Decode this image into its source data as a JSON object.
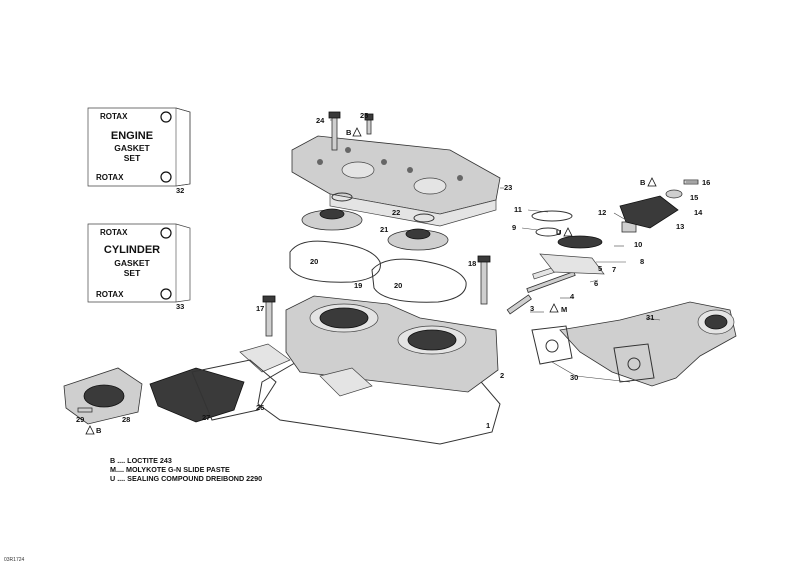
{
  "figure_code": "03R1724",
  "kits": [
    {
      "brand": "ROTAX",
      "title": "ENGINE",
      "sub1": "GASKET",
      "sub2": "SET",
      "number": "32"
    },
    {
      "brand": "ROTAX",
      "title": "CYLINDER",
      "sub1": "GASKET",
      "sub2": "SET",
      "number": "33"
    }
  ],
  "callouts": {
    "c1": "1",
    "c2": "2",
    "c3": "3",
    "c4": "4",
    "c5": "5",
    "c6": "6",
    "c7": "7",
    "c8": "8",
    "c9": "9",
    "c10": "10",
    "c11": "11",
    "c12": "12",
    "c13": "13",
    "c14": "14",
    "c15": "15",
    "c16": "16",
    "c17": "17",
    "c18": "18",
    "c19": "19",
    "c20a": "20",
    "c20b": "20",
    "c21": "21",
    "c22": "22",
    "c23": "23",
    "c24": "24",
    "c25": "25",
    "c26": "26",
    "c27": "27",
    "c28": "28",
    "c29": "29",
    "c30": "30",
    "c31": "31"
  },
  "codes": {
    "b1": "B",
    "b2": "B",
    "b3": "B",
    "u1": "U",
    "m1": "M"
  },
  "legend": [
    {
      "code": "B",
      "text": "B .... LOCTITE 243"
    },
    {
      "code": "M",
      "text": "M.... MOLYKOTE G-N SLIDE PASTE"
    },
    {
      "code": "U",
      "text": "U .... SEALING COMPOUND DREIBOND 2290"
    }
  ]
}
